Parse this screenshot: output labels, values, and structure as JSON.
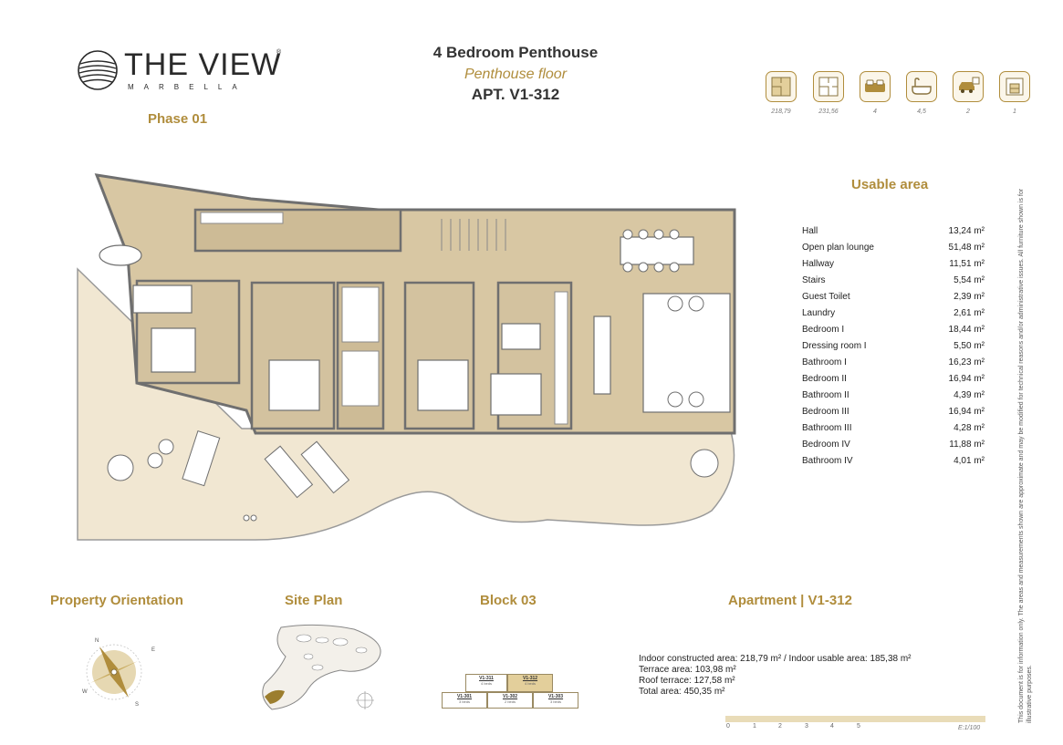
{
  "brand": {
    "name": "THE VIEW",
    "registered": "®",
    "location": "MARBELLA",
    "phase": "Phase 01"
  },
  "header": {
    "title": "4 Bedroom Penthouse",
    "subtitle": "Penthouse floor",
    "apartment": "APT. V1-312"
  },
  "features": [
    {
      "icon": "floorplan-constructed-icon",
      "value": "218,79"
    },
    {
      "icon": "floorplan-total-icon",
      "value": "231,56"
    },
    {
      "icon": "bed-icon",
      "value": "4"
    },
    {
      "icon": "bathtub-icon",
      "value": "4,5"
    },
    {
      "icon": "parking-car-icon",
      "value": "2"
    },
    {
      "icon": "storage-room-icon",
      "value": "1"
    }
  ],
  "usable_area": {
    "title": "Usable area",
    "unit": "m²",
    "rooms": [
      {
        "name": "Hall",
        "area": "13,24"
      },
      {
        "name": "Open plan lounge",
        "area": "51,48"
      },
      {
        "name": "Hallway",
        "area": "11,51"
      },
      {
        "name": "Stairs",
        "area": "5,54"
      },
      {
        "name": "Guest Toilet",
        "area": "2,39"
      },
      {
        "name": "Laundry",
        "area": "2,61"
      },
      {
        "name": "Bedroom I",
        "area": "18,44"
      },
      {
        "name": "Dressing room I",
        "area": "5,50"
      },
      {
        "name": "Bathroom I",
        "area": "16,23"
      },
      {
        "name": "Bedroom II",
        "area": "16,94"
      },
      {
        "name": "Bathroom II",
        "area": "4,39"
      },
      {
        "name": "Bedroom III",
        "area": "16,94"
      },
      {
        "name": "Bathroom III",
        "area": "4,28"
      },
      {
        "name": "Bedroom IV",
        "area": "11,88"
      },
      {
        "name": "Bathroom IV",
        "area": "4,01"
      }
    ]
  },
  "disclaimer": "This document is for information only. The areas and measurements shown are approximate and may be modified for technical reasons and/or administrative issues. All furniture shown is for illustrative purposes.",
  "sections": {
    "orientation": "Property Orientation",
    "site_plan": "Site Plan",
    "block": "Block 03",
    "apartment": "Apartment | V1-312"
  },
  "compass": {
    "n": "N",
    "e": "E",
    "s": "S",
    "w": "W"
  },
  "block_units": [
    {
      "id": "V1-311",
      "beds": "4 beds",
      "highlight": false
    },
    {
      "id": "V1-312",
      "beds": "4 beds",
      "highlight": true
    },
    {
      "id": "V1-301",
      "beds": "3 beds",
      "highlight": false
    },
    {
      "id": "V1-302",
      "beds": "2 beds",
      "highlight": false
    },
    {
      "id": "V1-303",
      "beds": "3 beds",
      "highlight": false
    }
  ],
  "totals": {
    "indoor_constructed": "Indoor constructed area: 218,79  m² / Indoor usable area: 185,38 m²",
    "terrace": "Terrace area: 103,98  m²",
    "roof_terrace": "Roof terrace: 127,58  m²",
    "total": "Total area: 450,35 m²"
  },
  "scale": {
    "ticks": [
      "0",
      "1",
      "2",
      "3",
      "4",
      "5"
    ],
    "label": "E:1/100"
  },
  "colors": {
    "accent": "#b08d3c",
    "floor": "#d8c7a3",
    "terrace": "#efe4cd",
    "wall": "#777777"
  }
}
